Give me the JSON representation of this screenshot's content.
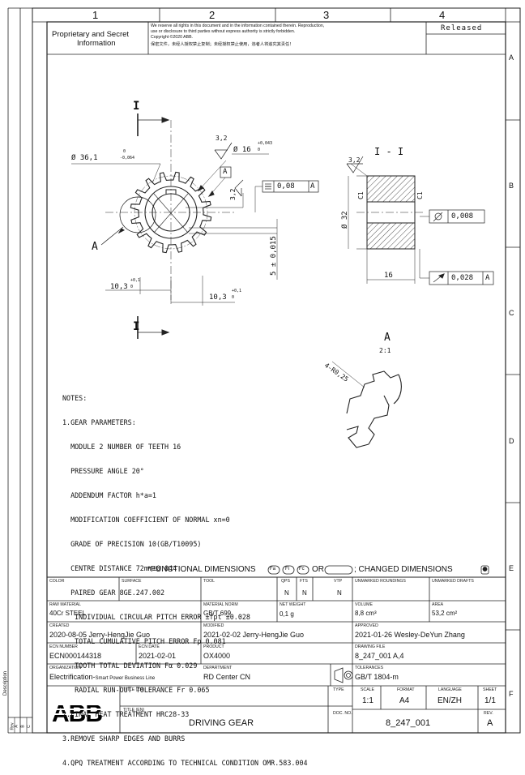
{
  "frame": {
    "columns": [
      "1",
      "2",
      "3",
      "4"
    ],
    "rows": [
      "A",
      "B",
      "C",
      "D",
      "E",
      "F"
    ],
    "left_strip": [
      "Description",
      "Rev",
      "A",
      "B",
      "C"
    ]
  },
  "header": {
    "proprietary": [
      "Proprietary and Secret",
      "Information"
    ],
    "notice_en": [
      "We reserve all rights in this document and in the information contained therein. Reproduction,",
      "use or disclosure to third parties without express authority is strictly forbidden.",
      "Copyright ©2020 ABB."
    ],
    "notice_zh": "保密文件，未经人授权禁止复制；未经授权禁止使用，违者人将追究其责任！",
    "status": "Released"
  },
  "drawing": {
    "section_mark": "I",
    "section_label": "I - I",
    "view_label": "A",
    "detail_label": "A",
    "detail_scale": "2:1",
    "dims": {
      "d361": "Ø 36,1",
      "d361_up": "0",
      "d361_lo": "-0,064",
      "rough": "3,2",
      "d16": "Ø 16",
      "d16_up": "+0,043",
      "d16_lo": "0",
      "datum_a": "A",
      "sym_tol": "0,08",
      "sym_ref": "A",
      "key_w": "5 ± 0,015",
      "w103": "10,3",
      "w103_up": "+0,1",
      "w103_lo": "0",
      "d32": "Ø 32",
      "c1": "C1",
      "cyl_tol": "0,008",
      "width16": "16",
      "runout_tol": "0,028",
      "runout_ref": "A",
      "r025": "4-R0,25"
    }
  },
  "notes": [
    "NOTES:",
    "1.GEAR PARAMETERS:",
    "  MODULE 2 NUMBER OF TEETH 16",
    "  PRESSURE ANGLE 20°",
    "  ADDENDUM FACTOR h*a=1",
    "  MODIFICATION COEFFICIENT OF NORMAL xn=0",
    "  GRADE OF PRECISION 10(GB/T10095)",
    "  CENTRE DISTANCE 72mm±0.044",
    "  PAIRED GEAR 8GE.247.002",
    "   INDIVIDUAL CIRCULAR PITCH ERROR ±fpt ±0.028",
    "   TOTAL CUMULATIVE PITCH ERROR Fp 0.081",
    "   TOOTH TOTAL DEVIATION Fα 0.029",
    "   RADIAL RUN-OUT TOLERANCE Fr 0.065",
    "2.FINAL HEAT TREATMENT HRC28-33",
    "3.REMOVE SHARP EDGES AND BURRS",
    "4.QPQ TREATMENT ACCORDING TO TECHNICAL CONDITION OMR.583.004"
  ],
  "functional": {
    "text": "*FUNCTIONAL DIMENSIONS",
    "c1": "Fa",
    "c2": "Fi",
    "c3": "Fc",
    "or": "OR",
    "changed": "; CHANGED DIMENSIONS"
  },
  "title_block": {
    "color_lbl": "COLOR",
    "surface_lbl": "SURFACE",
    "tool_lbl": "TOOL",
    "qps_lbl": "QPS",
    "fts_lbl": "FTS",
    "vtp_lbl": "VTP",
    "qps": "N",
    "fts": "N",
    "vtp": "N",
    "unmarked_round_lbl": "UNMARKED ROUNDINGS",
    "unmarked_draft_lbl": "UNMARKED DRAFTS",
    "raw_lbl": "RAW MATERIAL",
    "raw": "40Cr STEEL",
    "matnorm_lbl": "MATERIAL NORM",
    "matnorm": "GB/T 699",
    "netweight_lbl": "NET WEIGHT",
    "netweight": "0,1 g",
    "volume_lbl": "VOLUME",
    "volume": "8,8 cm³",
    "area_lbl": "AREA",
    "area": "53,2 cm²",
    "created_lbl": "CREATED",
    "created": "2020-08-05 Jerry-HengJie Guo",
    "modified_lbl": "MODIFIED",
    "modified": "2021-02-02 Jerry-HengJie Guo",
    "approved_lbl": "APPROVED",
    "approved": "2021-01-26 Wesley-DeYun Zhang",
    "ecn_lbl": "ECN NUMBER",
    "ecn": "ECN000144318",
    "ecndate_lbl": "ECN DATE",
    "ecndate": "2021-02-01",
    "product_lbl": "PRODUCT",
    "product": "OX4000",
    "drawfile_lbl": "DRAWING FILE",
    "drawfile": "8_247_001 A,4",
    "org_lbl": "ORGANIZATION",
    "org_main": "Electrification-",
    "org_sub": "Smart Power Business Line",
    "dept_lbl": "DEPARTMENT",
    "dept": "RD Center CN",
    "tol_lbl": "TOLERANCES",
    "tol": "GB/T 1804-m",
    "logo": "ABB",
    "title_zh_lbl": "TITLE (ZH)",
    "title_en_lbl": "TITLE (EN)",
    "title_en": "DRIVING GEAR",
    "type_lbl": "TYPE",
    "scale_lbl": "SCALE",
    "scale": "1:1",
    "format_lbl": "FORMAT",
    "format": "A4",
    "lang_lbl": "LANGUAGE",
    "lang": "EN/ZH",
    "sheet_lbl": "SHEET",
    "sheet": "1/1",
    "docno_lbl": "DOC. NO.",
    "docno": "8_247_001",
    "rev_lbl": "REV.",
    "rev": "A"
  }
}
